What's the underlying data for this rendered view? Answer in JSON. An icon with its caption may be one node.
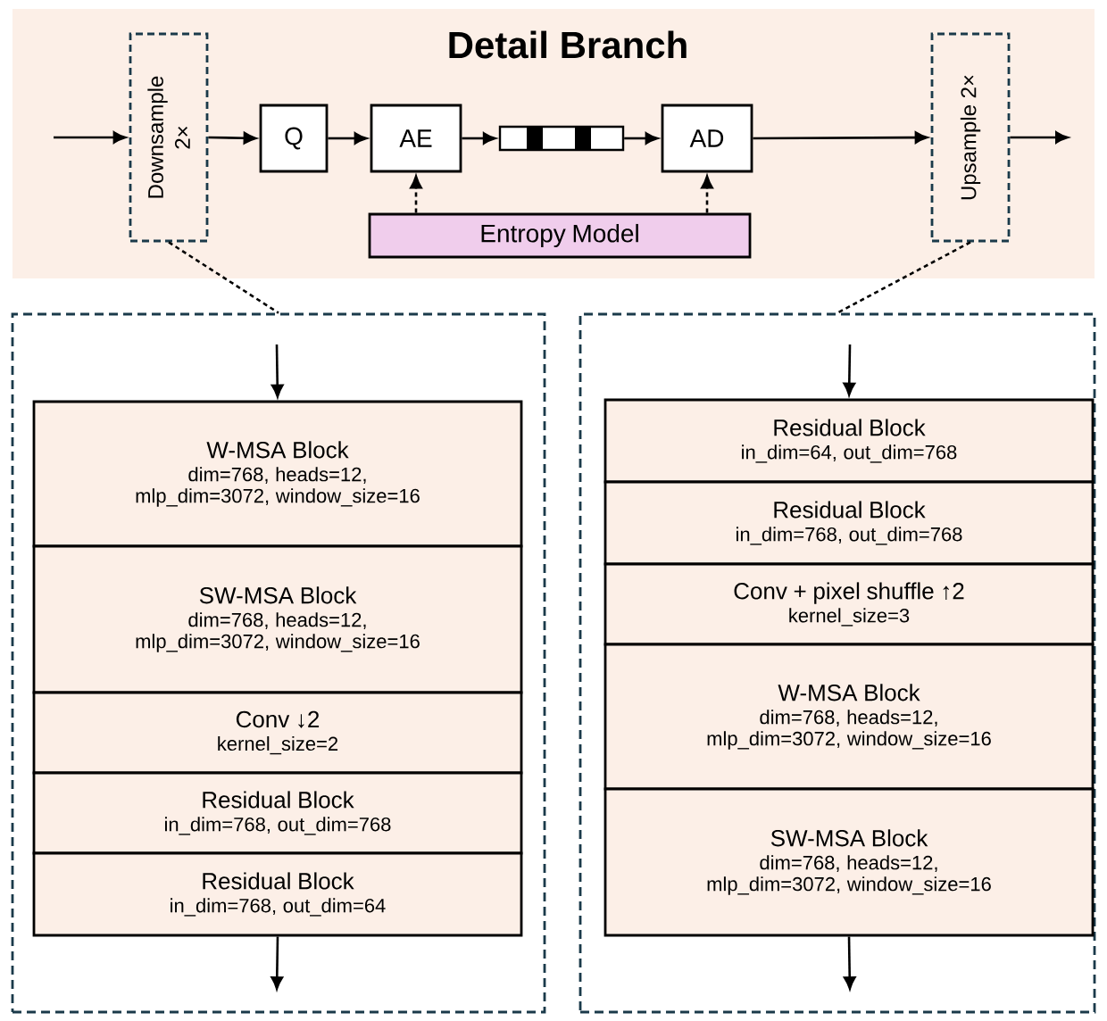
{
  "diagram": {
    "title": "Detail Branch",
    "nodes": [
      {
        "text": [
          "Downsample 2×"
        ]
      },
      {
        "text": [
          "Q"
        ]
      },
      {
        "text": [
          "AE"
        ]
      },
      {
        "text": [],
        "shape": "bar"
      },
      {
        "text": [
          "AD"
        ]
      },
      {
        "text": [
          "Entropy Model"
        ]
      },
      {
        "text": [
          "Upsample 2×"
        ]
      },
      {
        "text": [],
        "shape": "box"
      },
      {
        "text": [
          "W-MSA Block",
          "dim=768, heads=12, mlp_dim=3072, window_size=16"
        ],
        "in": 7
      },
      {
        "text": [
          "SW-MSA Block",
          "dim=768, heads=12, mlp_dim=3072, window_size=16"
        ],
        "in": 7
      },
      {
        "text": [
          "Conv ↓2",
          "kernel_size=2"
        ],
        "in": 7
      },
      {
        "text": [
          "Residual Block",
          "in_dim=768, out_dim=768"
        ],
        "in": 7
      },
      {
        "text": [
          "Residual Block",
          "in_dim=768, out_dim=64"
        ],
        "in": 7
      },
      {
        "text": [],
        "shape": "box"
      },
      {
        "text": [
          "Residual Block",
          "in_dim=64, out_dim=768"
        ],
        "in": 13
      },
      {
        "text": [
          "Residual Block",
          "in_dim=768, out_dim=768"
        ],
        "in": 13
      },
      {
        "text": [
          "Conv + pixel shuffle ↑2",
          "kernel_size=3"
        ],
        "in": 13
      },
      {
        "text": [
          "W-MSA Block",
          "dim=768, heads=12, mlp_dim=3072, window_size=16"
        ],
        "in": 13
      },
      {
        "text": [
          "SW-MSA Block",
          "dim=768, heads=12, mlp_dim=3072, window_size=16"
        ],
        "in": 13
      }
    ],
    "edges": [
      {
        "from": null,
        "to": 0,
        "arrow": "to"
      },
      {
        "from": 0,
        "to": 1,
        "arrow": "to"
      },
      {
        "from": 1,
        "to": 2,
        "arrow": "to"
      },
      {
        "from": 2,
        "to": 3,
        "arrow": "to"
      },
      {
        "from": 3,
        "to": 4,
        "arrow": "to"
      },
      {
        "from": 4,
        "to": 6,
        "arrow": "to"
      },
      {
        "from": 6,
        "to": null,
        "arrow": "to"
      },
      {
        "from": 5,
        "to": 2,
        "arrow": "to",
        "style": "dashed"
      },
      {
        "from": 5,
        "to": 4,
        "arrow": "to",
        "style": "dashed"
      },
      {
        "from": 0,
        "to": 7,
        "arrow": "none",
        "style": "dashed"
      },
      {
        "from": 6,
        "to": 13,
        "arrow": "none",
        "style": "dashed"
      },
      {
        "from": null,
        "to": 8,
        "arrow": "to"
      },
      {
        "from": 12,
        "to": null,
        "arrow": "to"
      },
      {
        "from": null,
        "to": 14,
        "arrow": "to"
      },
      {
        "from": 18,
        "to": null,
        "arrow": "to"
      }
    ]
  }
}
